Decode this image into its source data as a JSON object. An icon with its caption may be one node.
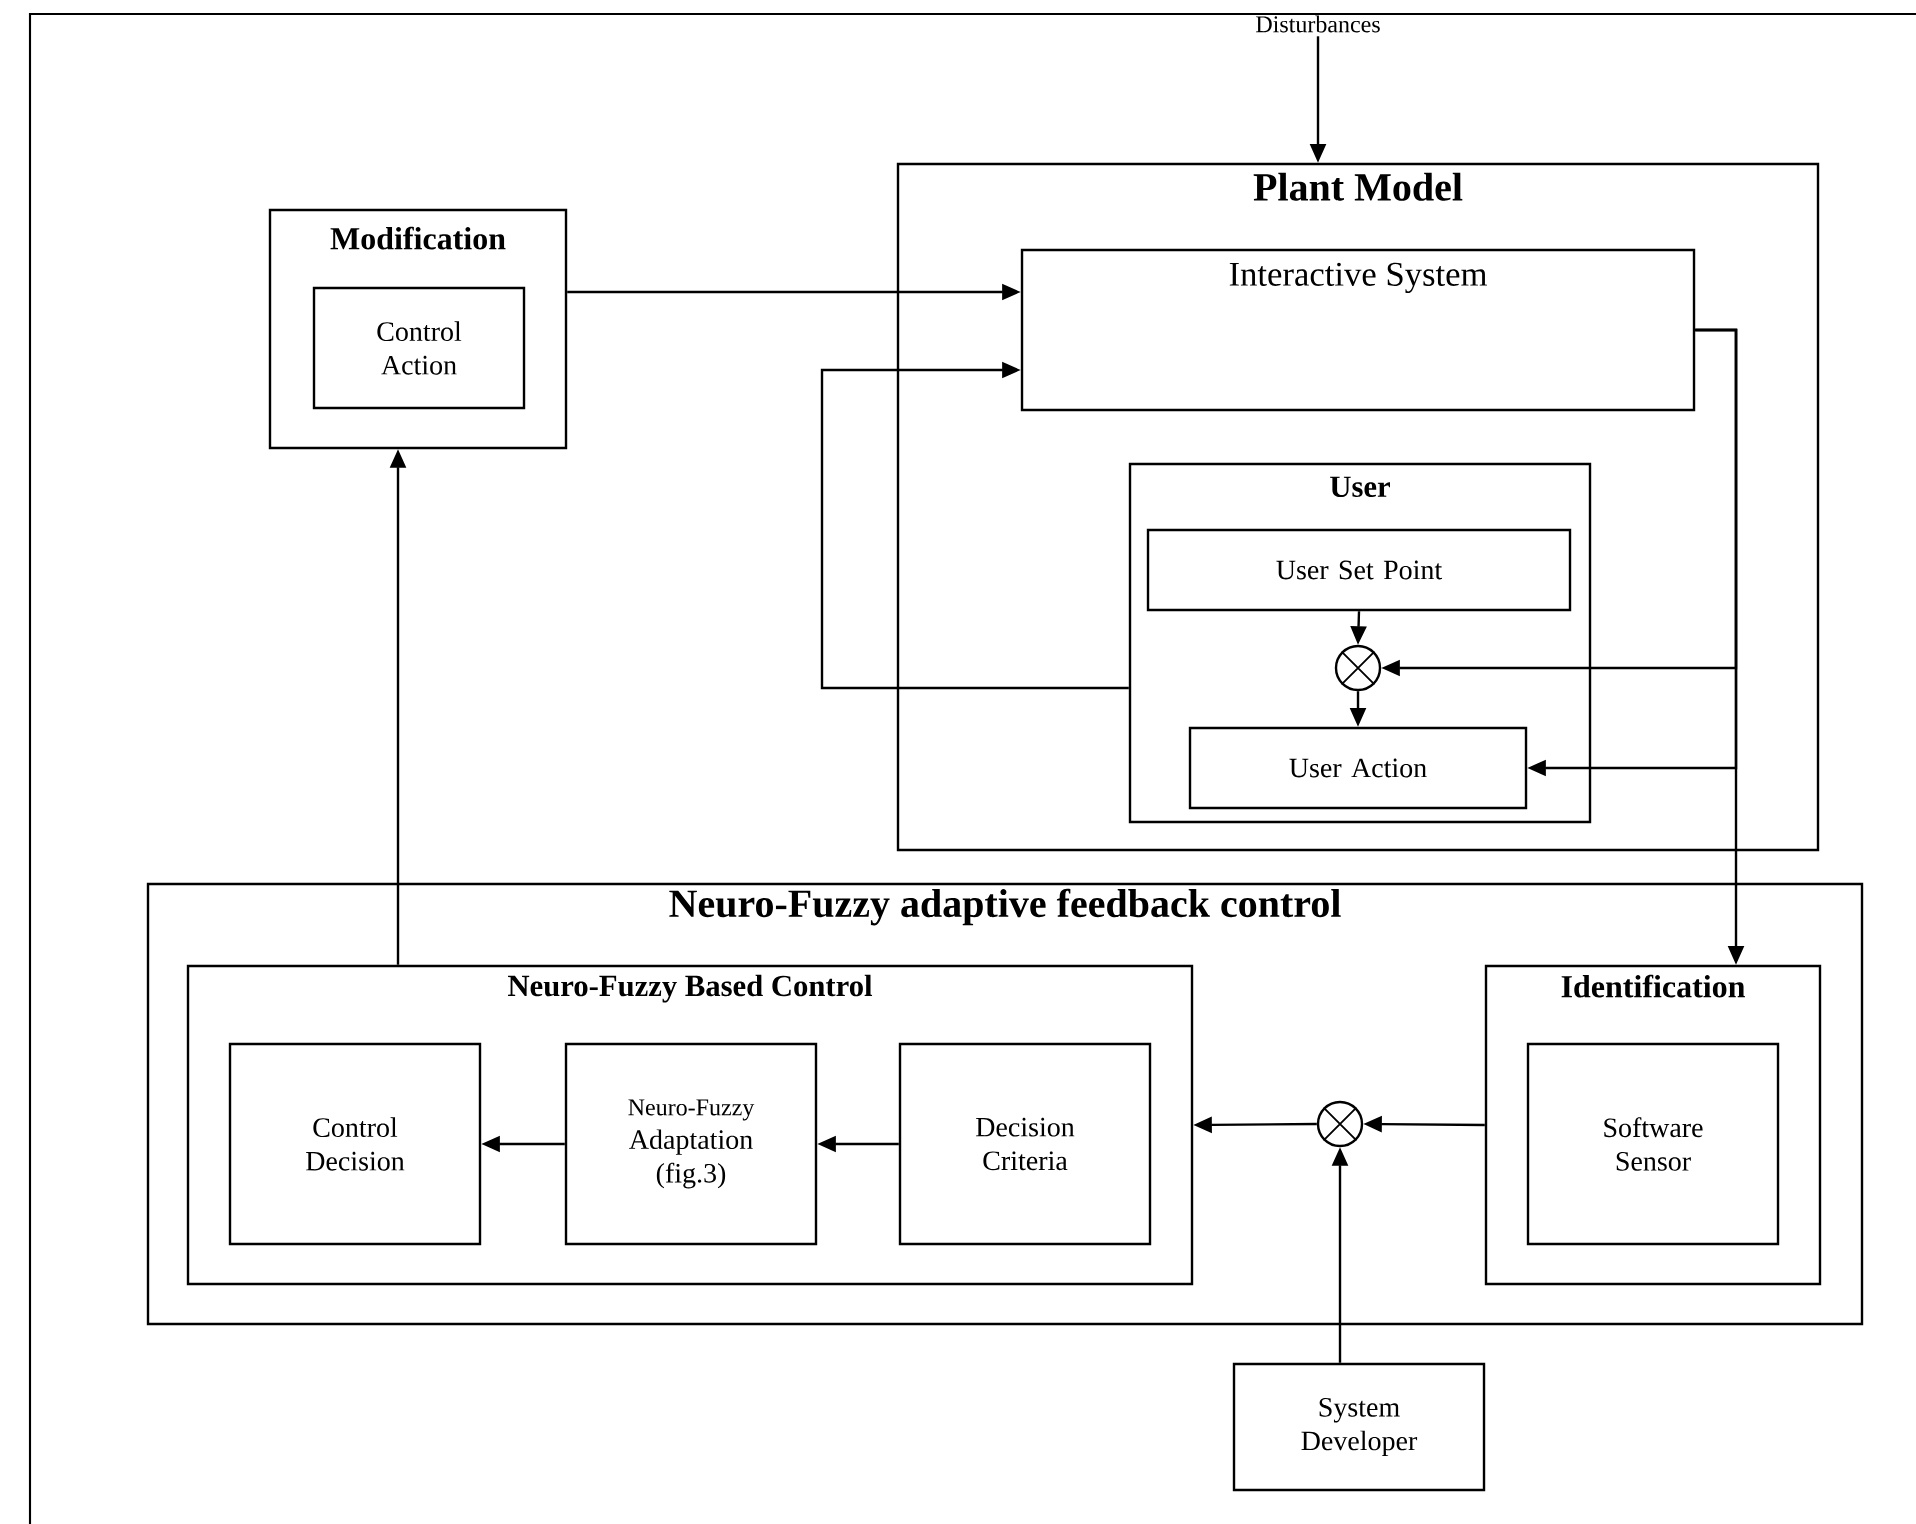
{
  "diagram": {
    "nodes": [
      {
        "text": [
          "Disturbances"
        ]
      },
      {
        "text": [
          "Modification"
        ]
      },
      {
        "text": [
          "Control Action"
        ],
        "in": 1
      },
      {
        "text": [
          "Plant Model"
        ]
      },
      {
        "text": [
          "Interactive System"
        ],
        "in": 3
      },
      {
        "text": [
          "User"
        ],
        "in": 3
      },
      {
        "text": [
          "User Set Point"
        ],
        "in": 5
      },
      {
        "text": [],
        "shape": "circle",
        "in": 5
      },
      {
        "text": [
          "User Action"
        ],
        "in": 5
      },
      {
        "text": [
          "Neuro-Fuzzy adaptive feedback control"
        ]
      },
      {
        "text": [
          "Neuro-Fuzzy Based Control"
        ],
        "in": 9
      },
      {
        "text": [
          "Control Decision"
        ],
        "in": 10
      },
      {
        "text": [
          "Neuro-Fuzzy",
          "Adaptation (fig.3)"
        ],
        "in": 10
      },
      {
        "text": [
          "Decision Criteria"
        ],
        "in": 10
      },
      {
        "text": [],
        "shape": "circle",
        "in": 9
      },
      {
        "text": [
          "Identification"
        ],
        "in": 9
      },
      {
        "text": [
          "Software Sensor"
        ],
        "in": 15
      },
      {
        "text": [
          "System Developer"
        ]
      }
    ],
    "edges": [
      {
        "from": 0,
        "to": 3,
        "arrow": "to"
      },
      {
        "from": 1,
        "to": 4,
        "arrow": "to"
      },
      {
        "from": 5,
        "to": 4,
        "arrow": "to"
      },
      {
        "from": 6,
        "to": 7,
        "arrow": "to"
      },
      {
        "from": 7,
        "to": 8,
        "arrow": "to"
      },
      {
        "from": 4,
        "to": 7,
        "arrow": "to"
      },
      {
        "from": 4,
        "to": 8,
        "arrow": "to"
      },
      {
        "from": 4,
        "to": 15,
        "arrow": "to"
      },
      {
        "from": 15,
        "to": 14,
        "arrow": "to"
      },
      {
        "from": 14,
        "to": 10,
        "arrow": "to"
      },
      {
        "from": 17,
        "to": 14,
        "arrow": "to"
      },
      {
        "from": 13,
        "to": 12,
        "arrow": "to"
      },
      {
        "from": 12,
        "to": 11,
        "arrow": "to"
      },
      {
        "from": 10,
        "to": 1,
        "arrow": "to"
      }
    ]
  }
}
